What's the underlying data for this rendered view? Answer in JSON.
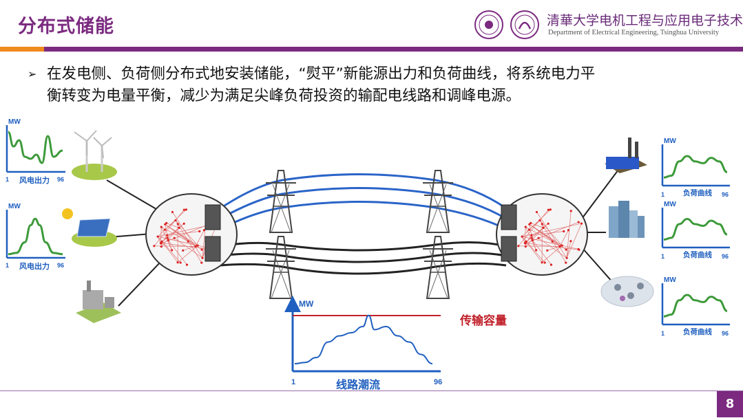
{
  "slide": {
    "title": "分布式储能",
    "university_cn": "清華大学电机工程与应用电子技术系",
    "university_en": "Department of Electrical Engineering, Tsinghua University",
    "bullet_line1": "在发电侧、负荷侧分布式地安装储能，“熨平”新能源出力和负荷曲线，将系统电力平",
    "bullet_line2": "衡转变为电量平衡，减少为满足尖峰负荷投资的输配电线路和调峰电源。",
    "page_number": "8"
  },
  "left_charts": {
    "wind": {
      "ylabel": "MW",
      "caption": "风电出力",
      "x_start": "1",
      "x_end": "96"
    },
    "solar": {
      "ylabel": "MW",
      "caption": "风电出力",
      "x_start": "1",
      "x_end": "96"
    }
  },
  "right_charts": {
    "load1": {
      "ylabel": "MW",
      "caption": "负荷曲线",
      "x_start": "1",
      "x_end": "96"
    },
    "load2": {
      "ylabel": "MW",
      "caption": "负荷曲线",
      "x_start": "1",
      "x_end": "96"
    },
    "load3": {
      "ylabel": "MW",
      "caption": "负荷曲线",
      "x_start": "1",
      "x_end": "96"
    }
  },
  "flow_chart": {
    "ylabel": "MW",
    "capacity_label": "传输容量",
    "caption": "线路潮流",
    "x_start": "1",
    "x_end": "96"
  },
  "colors": {
    "accent_purple": "#7b2a80",
    "accent_orange": "#ef8a1c",
    "axis_blue": "#1f5fbf",
    "green_curve": "#3d9a3a",
    "capacity_red": "#c0202a",
    "line_blue": "#2a64c8"
  },
  "chart_data": [
    {
      "type": "line",
      "xlabel": "风电出力",
      "ylabel": "MW",
      "x": [
        1,
        10,
        20,
        30,
        40,
        50,
        60,
        70,
        80,
        96
      ],
      "values": [
        0.9,
        0.55,
        0.7,
        0.3,
        0.25,
        0.35,
        0.15,
        0.8,
        0.3,
        0.45
      ]
    },
    {
      "type": "line",
      "xlabel": "风电出力",
      "ylabel": "MW",
      "x": [
        1,
        15,
        30,
        40,
        48,
        56,
        66,
        80,
        96
      ],
      "values": [
        0.02,
        0.05,
        0.3,
        0.7,
        0.85,
        0.7,
        0.3,
        0.05,
        0.02
      ]
    },
    {
      "type": "line",
      "xlabel": "负荷曲线",
      "ylabel": "MW",
      "x": [
        1,
        12,
        24,
        36,
        48,
        60,
        72,
        84,
        96
      ],
      "values": [
        0.15,
        0.2,
        0.6,
        0.75,
        0.6,
        0.55,
        0.7,
        0.6,
        0.3
      ]
    },
    {
      "type": "line",
      "xlabel": "负荷曲线",
      "ylabel": "MW",
      "x": [
        1,
        12,
        24,
        36,
        48,
        60,
        72,
        84,
        96
      ],
      "values": [
        0.15,
        0.2,
        0.6,
        0.75,
        0.6,
        0.55,
        0.7,
        0.6,
        0.3
      ]
    },
    {
      "type": "line",
      "xlabel": "负荷曲线",
      "ylabel": "MW",
      "x": [
        1,
        12,
        24,
        36,
        48,
        60,
        72,
        84,
        96
      ],
      "values": [
        0.15,
        0.2,
        0.6,
        0.75,
        0.6,
        0.55,
        0.7,
        0.6,
        0.3
      ]
    },
    {
      "type": "line",
      "xlabel": "线路潮流",
      "ylabel": "MW",
      "x": [
        1,
        8,
        16,
        24,
        32,
        40,
        48,
        52,
        56,
        64,
        72,
        80,
        88,
        96
      ],
      "values": [
        0.1,
        0.12,
        0.2,
        0.45,
        0.55,
        0.6,
        0.7,
        0.88,
        0.65,
        0.7,
        0.55,
        0.45,
        0.25,
        0.1
      ],
      "capacity": 0.88
    }
  ]
}
